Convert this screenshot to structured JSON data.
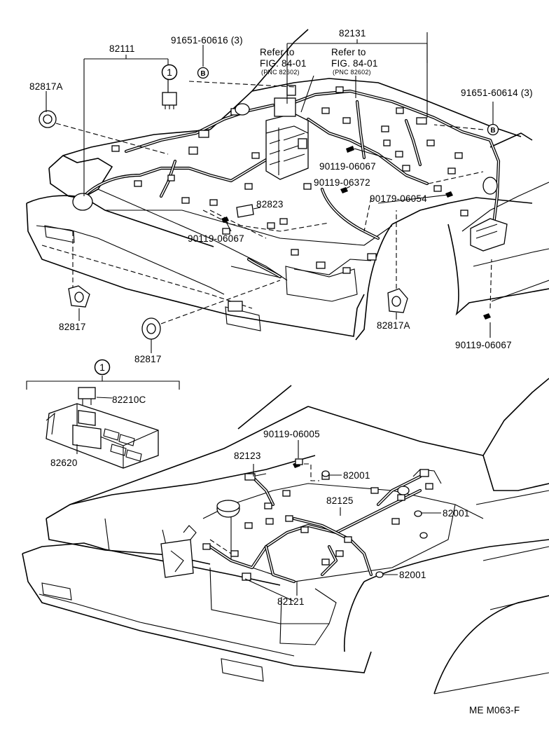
{
  "labels": {
    "p82111": "82111",
    "p91651_60616": "91651-60616 (3)",
    "p82131": "82131",
    "refer1_a": "Refer to",
    "refer1_b": "FIG. 84-01",
    "refer1_c": "(PNC 82602)",
    "refer2_a": "Refer to",
    "refer2_b": "FIG. 84-01",
    "refer2_c": "(PNC 82602)",
    "p82817A_left": "82817A",
    "p91651_60614": "91651-60614 (3)",
    "p90119_06067_a": "90119-06067",
    "p90119_06372": "90119-06372",
    "p90179_06054": "90179-06054",
    "p82823": "82823",
    "p90119_06067_b": "90119-06067",
    "p82817_left": "82817",
    "p82817_mid": "82817",
    "p82817A_right": "82817A",
    "p90119_06067_c": "90119-06067",
    "p82210C": "82210C",
    "p82620": "82620",
    "p90119_06005": "90119-06005",
    "p82123": "82123",
    "p82001_a": "82001",
    "p82125": "82125",
    "p82001_b": "82001",
    "p82001_c": "82001",
    "p82121": "82121",
    "figure_code": "ME M063-F"
  },
  "callouts": {
    "circle_1_top": "1",
    "circle_1_inset": "1",
    "circle_b_left": "B",
    "circle_b_right": "B"
  }
}
